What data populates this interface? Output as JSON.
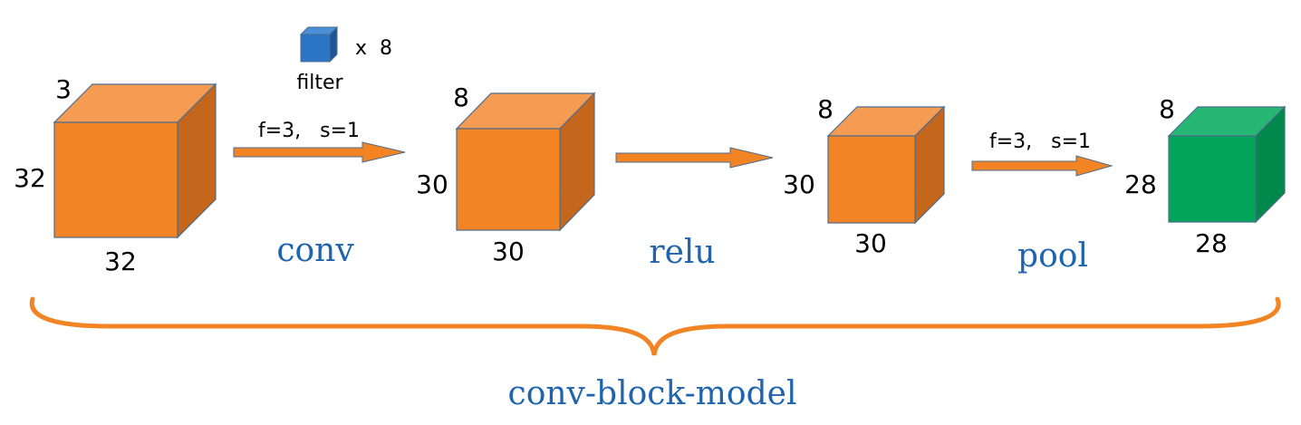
{
  "colors": {
    "orange_front": "#F28424",
    "orange_top": "#F59B52",
    "orange_side": "#C4671C",
    "green_front": "#00A55A",
    "green_top": "#26B775",
    "green_side": "#00894A",
    "blue_front": "#2C74C4",
    "blue_top": "#4B8FD6",
    "blue_side": "#1D5696",
    "cube_edge": "#4E6C8E",
    "arrow": "#F28424",
    "brace": "#F28424",
    "label_blue": "#1F64AD"
  },
  "blocks": [
    {
      "name": "input-cube",
      "depth": "3",
      "height": "32",
      "width": "32",
      "color": "orange"
    },
    {
      "name": "conv-output-cube",
      "depth": "8",
      "height": "30",
      "width": "30",
      "color": "orange"
    },
    {
      "name": "relu-output-cube",
      "depth": "8",
      "height": "30",
      "width": "30",
      "color": "orange"
    },
    {
      "name": "pool-output-cube",
      "depth": "8",
      "height": "28",
      "width": "28",
      "color": "green"
    }
  ],
  "filter": {
    "label": "filter",
    "count": "x  8",
    "icon": "blue-cube-icon"
  },
  "ops": [
    {
      "name": "conv",
      "label": "conv",
      "params": "f=3,   s=1"
    },
    {
      "name": "relu",
      "label": "relu",
      "params": ""
    },
    {
      "name": "pool",
      "label": "pool",
      "params": "f=3,   s=1"
    }
  ],
  "title": "conv-block-model"
}
